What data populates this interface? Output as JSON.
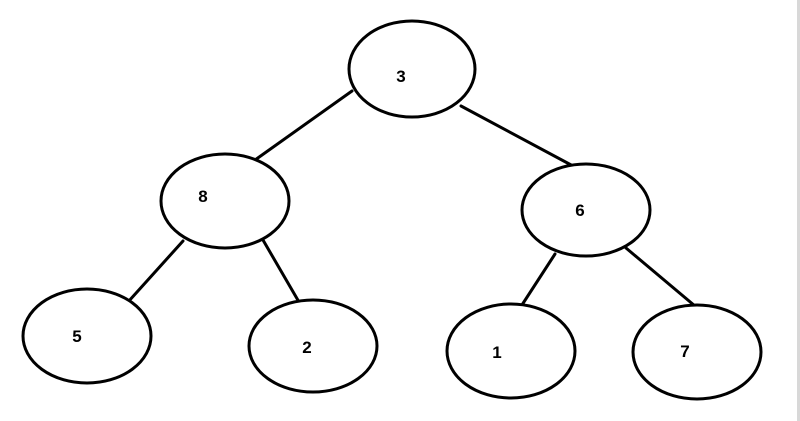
{
  "tree": {
    "nodes": [
      {
        "id": "n3",
        "label": "3"
      },
      {
        "id": "n8",
        "label": "8"
      },
      {
        "id": "n6",
        "label": "6"
      },
      {
        "id": "n5",
        "label": "5"
      },
      {
        "id": "n2",
        "label": "2"
      },
      {
        "id": "n1",
        "label": "1"
      },
      {
        "id": "n7",
        "label": "7"
      }
    ],
    "edges": [
      {
        "from": "n3",
        "to": "n8"
      },
      {
        "from": "n3",
        "to": "n6"
      },
      {
        "from": "n8",
        "to": "n5"
      },
      {
        "from": "n8",
        "to": "n2"
      },
      {
        "from": "n6",
        "to": "n1"
      },
      {
        "from": "n6",
        "to": "n7"
      }
    ]
  }
}
